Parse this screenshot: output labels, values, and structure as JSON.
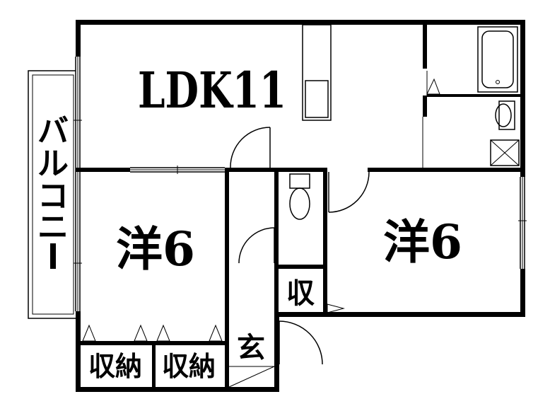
{
  "floor_plan": {
    "balcony": {
      "label_chars": [
        "バ",
        "ル",
        "コ",
        "ニ",
        "ー"
      ]
    },
    "rooms": {
      "ldk": {
        "label": "LDK11"
      },
      "bedroom_left": {
        "label": "洋6"
      },
      "bedroom_right": {
        "label": "洋6"
      },
      "storage_small": {
        "label": "収"
      },
      "entrance": {
        "label": "玄"
      },
      "closet_left_1": {
        "label": "収納"
      },
      "closet_left_2": {
        "label": "収納"
      }
    },
    "colors": {
      "wall": "#000000",
      "background": "#ffffff",
      "fixture": "#000000"
    }
  }
}
